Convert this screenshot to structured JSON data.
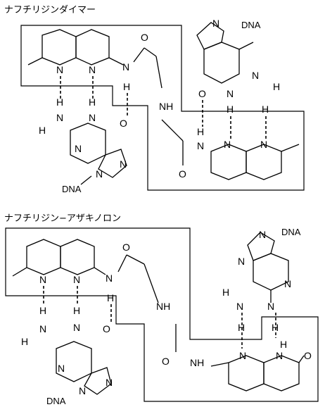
{
  "figure": {
    "sections": [
      {
        "title": "ナフチリジンダイマー",
        "molecule": {
          "dna_labels": [
            "DNA",
            "DNA"
          ]
        },
        "atoms": {
          "N": "N",
          "H": "H",
          "O": "O",
          "NH": "NH"
        }
      },
      {
        "title": "ナフチリジン−アザキノロン",
        "molecule": {
          "dna_labels": [
            "DNA",
            "DNA"
          ]
        },
        "atoms": {
          "N": "N",
          "H": "H",
          "O": "O",
          "NH": "NH"
        }
      }
    ]
  }
}
